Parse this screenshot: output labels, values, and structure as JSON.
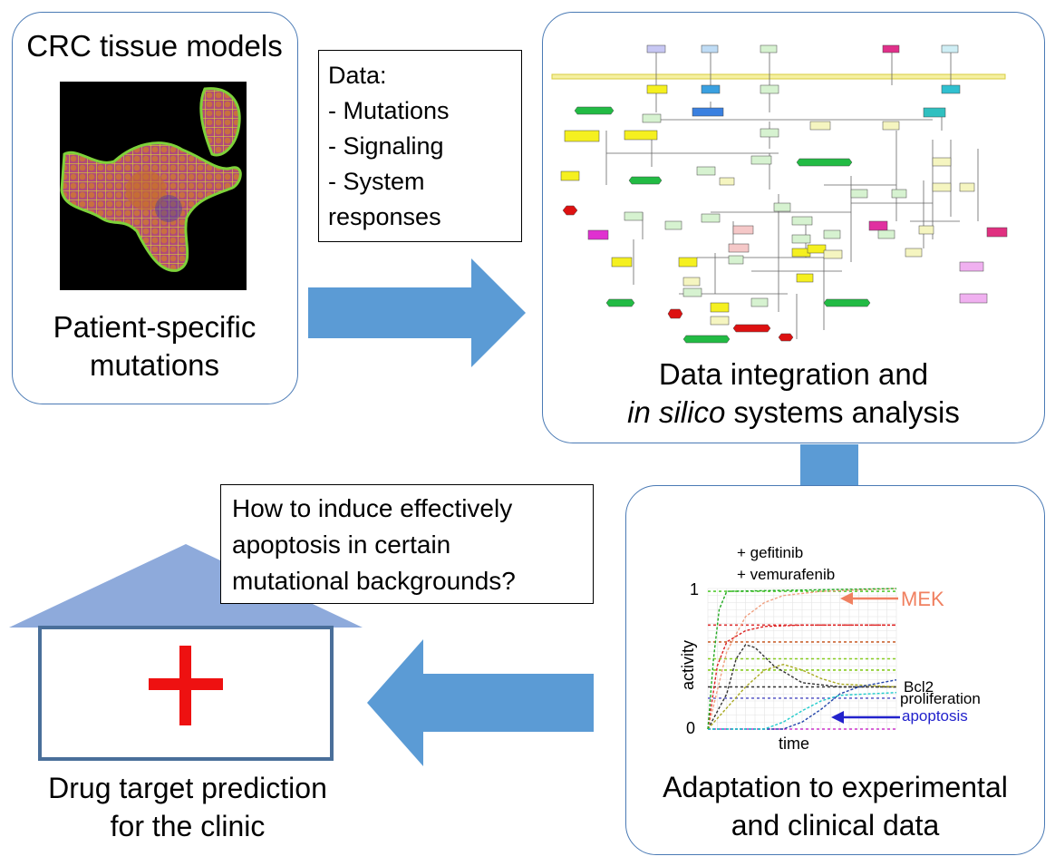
{
  "panel1": {
    "title": "CRC tissue models",
    "caption_line1": "Patient-specific",
    "caption_line2": "mutations"
  },
  "databox": {
    "heading": "Data:",
    "items": [
      "- Mutations",
      "- Signaling",
      "- System",
      "responses"
    ]
  },
  "panel2": {
    "caption_line1": "Data integration and",
    "caption_em": "in silico",
    "caption_rest": " systems analysis"
  },
  "panel3": {
    "caption_line1": "Adaptation to experimental",
    "caption_line2": "and clinical data",
    "chart_data": {
      "type": "line",
      "title": "",
      "annotations_top": [
        "+ gefitinib",
        "+ vemurafenib"
      ],
      "xlabel": "time",
      "ylabel": "activity",
      "ylim": [
        0,
        1
      ],
      "ytick_labels": [
        "0",
        "1"
      ],
      "series": [
        {
          "name": "MEK",
          "color": "#f0a080",
          "x": [
            0,
            1,
            2,
            3,
            4,
            6,
            8,
            10
          ],
          "y": [
            0,
            0.55,
            0.8,
            0.9,
            0.95,
            0.98,
            0.99,
            1.0
          ]
        },
        {
          "name": "",
          "color": "#dd2222",
          "x": [
            0,
            0.5,
            1,
            2,
            3,
            5,
            10
          ],
          "y": [
            0,
            0.45,
            0.62,
            0.7,
            0.73,
            0.74,
            0.74
          ]
        },
        {
          "name": "",
          "color": "#333333",
          "x": [
            0,
            1,
            1.5,
            2,
            2.5,
            3.5,
            5,
            7,
            10
          ],
          "y": [
            0,
            0.25,
            0.5,
            0.6,
            0.58,
            0.45,
            0.33,
            0.3,
            0.3
          ]
        },
        {
          "name": "",
          "color": "#aaaa22",
          "x": [
            0,
            2,
            3,
            4,
            5,
            6,
            7,
            10
          ],
          "y": [
            0,
            0.3,
            0.42,
            0.46,
            0.42,
            0.36,
            0.32,
            0.3
          ]
        },
        {
          "name": "Bcl2",
          "color": "#2244aa",
          "x": [
            0,
            4,
            5,
            6,
            7,
            8,
            10
          ],
          "y": [
            0,
            0.0,
            0.05,
            0.14,
            0.25,
            0.3,
            0.35
          ]
        },
        {
          "name": "",
          "color": "#22cccc",
          "x": [
            0,
            3,
            4,
            5,
            6,
            7,
            10
          ],
          "y": [
            0,
            0,
            0.05,
            0.13,
            0.2,
            0.24,
            0.26
          ]
        },
        {
          "name": "",
          "color": "#22aa22",
          "x": [
            0,
            0.3,
            0.6,
            1,
            10
          ],
          "y": [
            0,
            0.5,
            0.85,
            0.98,
            1.0
          ]
        }
      ],
      "flat_lines": [
        {
          "y": 0.98,
          "color": "#55cc33"
        },
        {
          "y": 0.74,
          "color": "#dd3333"
        },
        {
          "y": 0.62,
          "color": "#cc6633"
        },
        {
          "y": 0.5,
          "color": "#88cc22"
        },
        {
          "y": 0.42,
          "color": "#88cc22"
        },
        {
          "y": 0.3,
          "color": "#333333"
        },
        {
          "y": 0.22,
          "color": "#6666cc"
        },
        {
          "y": 0.0,
          "color": "#cc33cc"
        }
      ],
      "labels": {
        "mek": "MEK",
        "bcl2": "Bcl2",
        "proliferation": "proliferation",
        "apoptosis": "apoptosis"
      },
      "colors": {
        "mek": "#f08060",
        "apoptosis": "#2222cc",
        "proliferation": "#000000"
      }
    }
  },
  "question": {
    "line1": "How to induce effectively",
    "line2": "apoptosis in certain",
    "line3": "mutational backgrounds?"
  },
  "clinic": {
    "caption_line1": "Drug target prediction",
    "caption_line2": "for the clinic"
  },
  "colors": {
    "arrow": "#5b9bd5",
    "panel_border": "#4a7ab5",
    "roof": "#8eaadb",
    "house": "#4a6f9a",
    "cross": "#ee1111"
  }
}
